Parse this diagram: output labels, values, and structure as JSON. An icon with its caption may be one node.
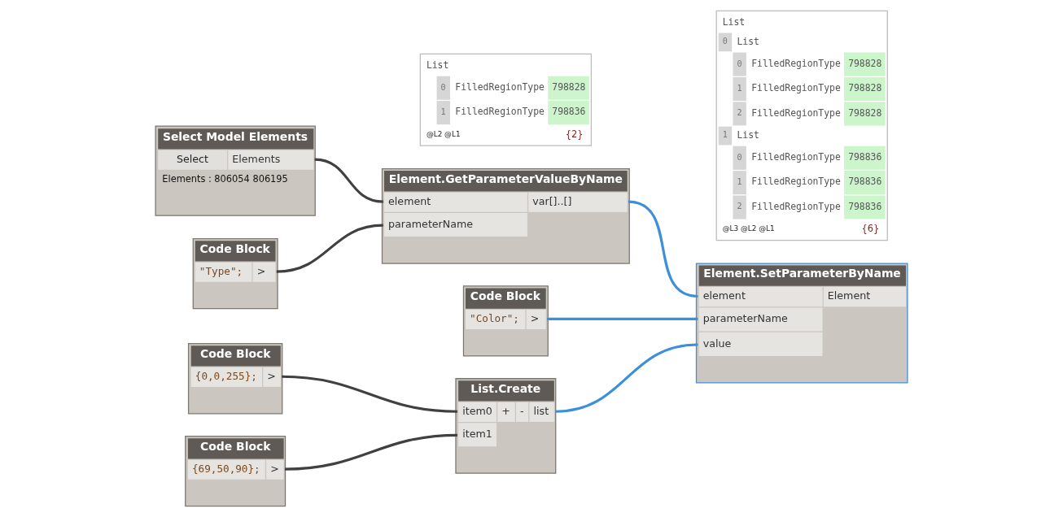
{
  "diagram": {
    "nodes": [
      {
        "text": [
          "Select Model Elements",
          "Select",
          "Elements",
          "Elements : 806054 806195"
        ]
      },
      {
        "text": [
          "Element.GetParameterValueByName",
          "element",
          "parameterName",
          "var[]..[]"
        ]
      },
      {
        "text": [
          "Code Block",
          "\"Type\";",
          ">"
        ]
      },
      {
        "text": [
          "List",
          "0",
          "FilledRegionType",
          "798828",
          "1",
          "FilledRegionType",
          "798836",
          "@L2 @L1",
          "{2}"
        ]
      },
      {
        "text": [
          "Code Block",
          "\"Color\";",
          ">"
        ]
      },
      {
        "text": [
          "Element.SetParameterByName",
          "element",
          "parameterName",
          "value",
          "Element"
        ]
      },
      {
        "text": [
          "List",
          "0",
          "List",
          "0",
          "FilledRegionType",
          "798828",
          "1",
          "FilledRegionType",
          "798828",
          "2",
          "FilledRegionType",
          "798828",
          "1",
          "List",
          "0",
          "FilledRegionType",
          "798836",
          "1",
          "FilledRegionType",
          "798836",
          "2",
          "FilledRegionType",
          "798836",
          "@L3 @L2 @L1",
          "{6}"
        ]
      },
      {
        "text": [
          "Code Block",
          "{0,0,255};",
          ">"
        ]
      },
      {
        "text": [
          "Code Block",
          "{69,50,90};",
          ">"
        ]
      },
      {
        "text": [
          "List.Create",
          "item0",
          "item1",
          "+",
          "-",
          "list"
        ]
      }
    ],
    "edges": [
      {
        "from": 0,
        "to": 1,
        "arrow": "none"
      },
      {
        "from": 2,
        "to": 1,
        "arrow": "none"
      },
      {
        "from": 1,
        "to": 5,
        "arrow": "none",
        "color": "#3c8fd8"
      },
      {
        "from": 4,
        "to": 5,
        "arrow": "none",
        "color": "#3c8fd8"
      },
      {
        "from": 9,
        "to": 5,
        "arrow": "none",
        "color": "#3c8fd8"
      },
      {
        "from": 7,
        "to": 9,
        "arrow": "none"
      },
      {
        "from": 8,
        "to": 9,
        "arrow": "none"
      }
    ]
  }
}
